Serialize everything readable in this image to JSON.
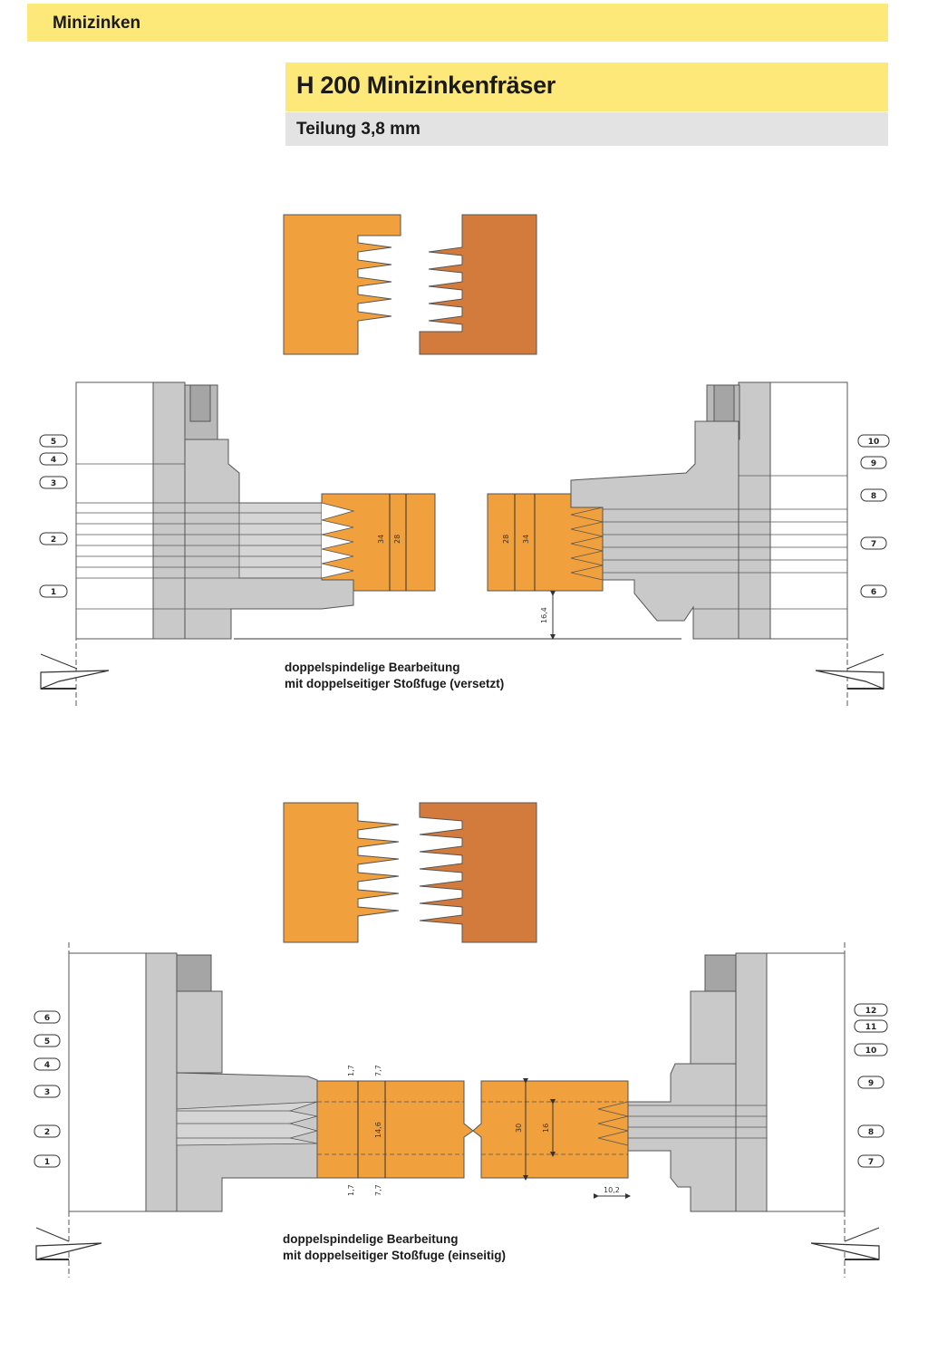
{
  "header": {
    "category": "Minizinken"
  },
  "product": {
    "title": "H 200 Minizinkenfräser",
    "subtitle": "Teilung 3,8 mm"
  },
  "figure1": {
    "caption_line1": "doppelspindelige Bearbeitung",
    "caption_line2": "mit doppelseitiger Stoßfuge (versetzt)",
    "labels_left": [
      "5",
      "4",
      "3",
      "2",
      "1"
    ],
    "labels_right": [
      "10",
      "9",
      "8",
      "7",
      "6"
    ],
    "dims": {
      "a": "34",
      "b": "28",
      "c": "28",
      "d": "34",
      "gap": "16,4"
    }
  },
  "figure2": {
    "caption_line1": "doppelspindelige Bearbeitung",
    "caption_line2": "mit doppelseitiger Stoßfuge (einseitig)",
    "labels_left": [
      "6",
      "5",
      "4",
      "3",
      "2",
      "1"
    ],
    "labels_right": [
      "12",
      "11",
      "10",
      "9",
      "8",
      "7"
    ],
    "dims": {
      "t1": "1,7",
      "t2": "7,7",
      "mid": "14,6",
      "b1": "1,7",
      "b2": "7,7",
      "h30": "30",
      "h16": "16",
      "w": "10,2"
    }
  },
  "colors": {
    "accent_yellow": "#fde87a",
    "subbar_grey": "#e3e3e3",
    "wood_light": "#f0a03c",
    "wood_dark": "#d27b3c",
    "tool_grey": "#c9c9c9"
  }
}
